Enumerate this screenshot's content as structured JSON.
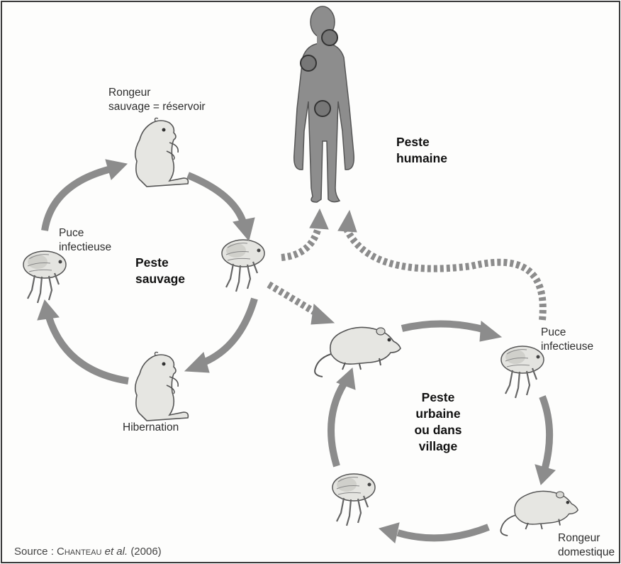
{
  "labels": {
    "wild_rodent": [
      "Rongeur",
      "sauvage = réservoir"
    ],
    "infectious_flea_left": [
      "Puce",
      "infectieuse"
    ],
    "hibernation": "Hibernation",
    "infectious_flea_right": [
      "Puce",
      "infectieuse"
    ],
    "domestic_rodent": [
      "Rongeur",
      "domestique"
    ]
  },
  "cycles": {
    "human_plague": [
      "Peste",
      "humaine"
    ],
    "sylvatic_plague": [
      "Peste",
      "sauvage"
    ],
    "urban_plague": [
      "Peste",
      "urbaine",
      "ou dans",
      "village"
    ]
  },
  "source": {
    "prefix": "Source : ",
    "author": "Chanteau",
    "etal": "et al.",
    "year": "(2006)"
  },
  "colors": {
    "arrow": "#8c8c8c",
    "animal_fill": "#e6e6e2",
    "human_fill": "#8d8d8d",
    "lesion": "#6d6d6d"
  }
}
